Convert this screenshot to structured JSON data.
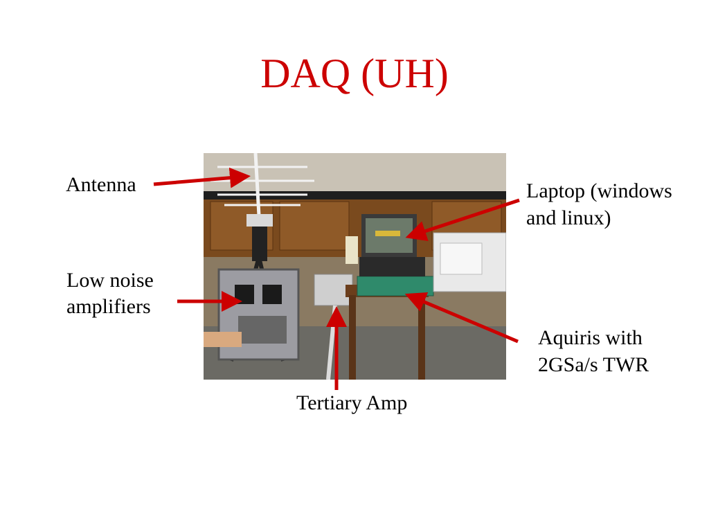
{
  "slide": {
    "title": "DAQ (UH)",
    "title_color": "#cc0000",
    "arrow_color": "#cc0000"
  },
  "labels": {
    "antenna": "Antenna",
    "low_noise_line1": "Low noise",
    "low_noise_line2": "amplifiers",
    "laptop_line1": "Laptop (windows",
    "laptop_line2": "and linux)",
    "aquiris_line1": "Aquiris with",
    "aquiris_line2": "2GSa/s  TWR",
    "tertiary": "Tertiary Amp"
  },
  "photo": {
    "description_icon": "lab-equipment-photo"
  }
}
